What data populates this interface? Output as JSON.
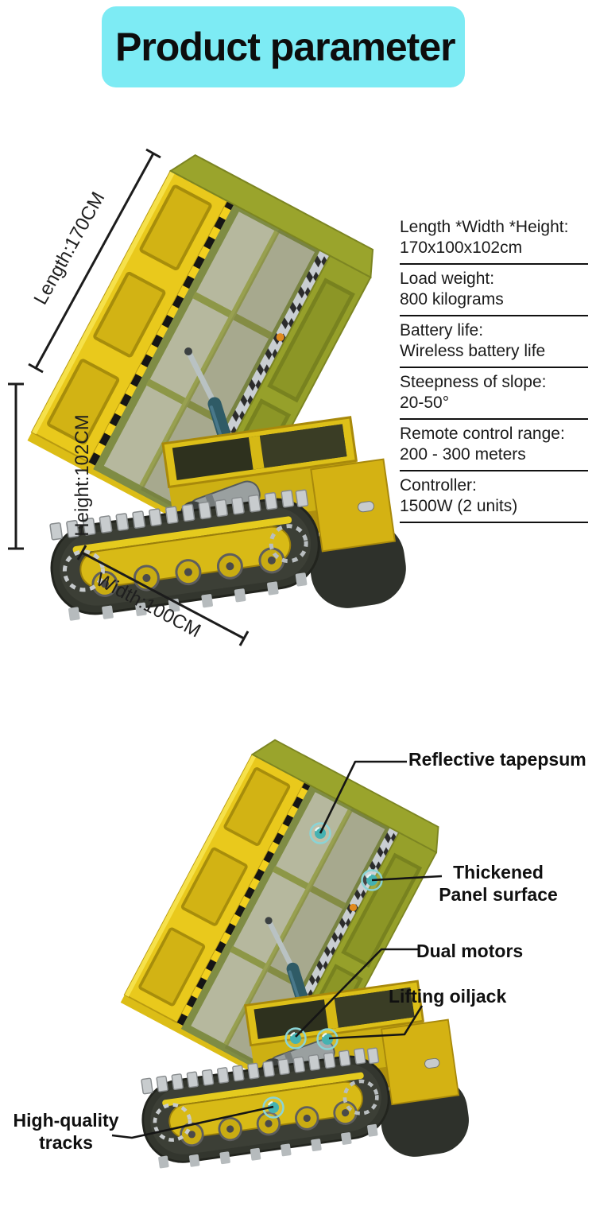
{
  "title": {
    "text": "Product parameter"
  },
  "figure1": {
    "dim_length": "Length:170CM",
    "dim_height": "Height:102CM",
    "dim_width": "Width:100CM"
  },
  "specs": [
    {
      "label": "Length *Width *Height:",
      "value": "170x100x102cm"
    },
    {
      "label": "Load weight:",
      "value": "800 kilograms"
    },
    {
      "label": "Battery life:",
      "value": "Wireless battery life"
    },
    {
      "label": "Steepness of slope:",
      "value": "20-50°"
    },
    {
      "label": "Remote control range:",
      "value": "200 - 300 meters"
    },
    {
      "label": "Controller:",
      "value": "1500W (2 units)"
    }
  ],
  "figure2": {
    "callout_reflective": "Reflective tapepsum",
    "callout_thickened_line1": "Thickened",
    "callout_thickened_line2": "Panel surface",
    "callout_dual_motors": "Dual motors",
    "callout_lifting_oiljack": "Lifting oiljack",
    "callout_tracks_line1": "High-quality",
    "callout_tracks_line2": "tracks"
  },
  "colors": {
    "title_bg": "#7DEBF4",
    "text": "#111111",
    "marker_ring": "#8AD4D6",
    "marker_dot": "#45B2B2",
    "machine_yellow": "#E9C91C",
    "machine_olive": "#96A02A",
    "safety_black": "#151515"
  }
}
